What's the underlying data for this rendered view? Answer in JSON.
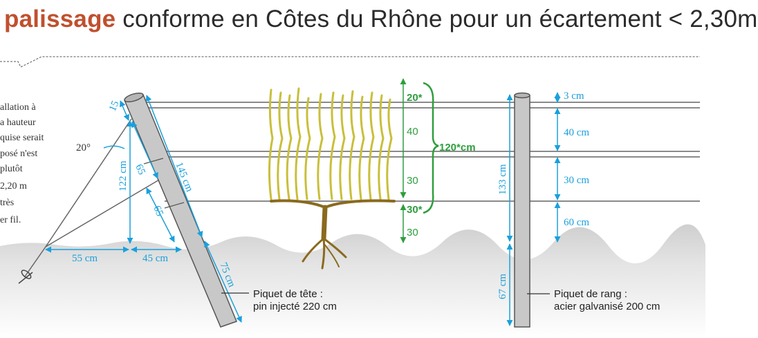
{
  "title": {
    "keyword": "palissage",
    "rest": " conforme en Côtes du Rhône pour un écartement < 2,30m"
  },
  "note_lines": [
    "allation à",
    "a hauteur",
    "quise serait",
    "posé n'est",
    "plutôt",
    "2,20 m",
    "très",
    "er fil."
  ],
  "head_post": {
    "angle": "20°",
    "dims": {
      "top": "15",
      "height": "122 cm",
      "mid": "65",
      "lower": "65",
      "length": "145 cm",
      "buried": "75 cm",
      "ground_left": "55 cm",
      "ground_right": "45 cm"
    },
    "label_line1": "Piquet de tête :",
    "label_line2": "pin injecté 220 cm"
  },
  "vine": {
    "dims": {
      "top": "20*",
      "d40": "40",
      "d30": "30",
      "bottom": "30*",
      "base": "30",
      "total": "120*cm"
    }
  },
  "line_post": {
    "dims": {
      "d3": "3 cm",
      "d40": "40 cm",
      "d30": "30 cm",
      "d60": "60 cm",
      "above": "133 cm",
      "below": "67 cm"
    },
    "label_line1": "Piquet de rang :",
    "label_line2": "acier galvanisé 200 cm"
  },
  "colors": {
    "title_accent": "#c0502e",
    "dimension_blue": "#1aa0dc",
    "dimension_green": "#2e9e3e",
    "cane_yellow": "#c9bf3a",
    "trunk_brown": "#8a6a1e",
    "post_gray": "#c8c8c8",
    "wire_gray": "#8a8a8a",
    "ground_gray": "#d9d9d9"
  }
}
